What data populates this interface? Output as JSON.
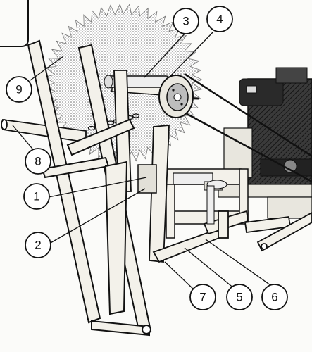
{
  "callouts": [
    {
      "number": "1",
      "part": "callout-1"
    },
    {
      "number": "2",
      "part": "callout-2"
    },
    {
      "number": "3",
      "part": "callout-3"
    },
    {
      "number": "4",
      "part": "callout-4"
    },
    {
      "number": "5",
      "part": "callout-5"
    },
    {
      "number": "6",
      "part": "callout-6"
    },
    {
      "number": "7",
      "part": "callout-7"
    },
    {
      "number": "8",
      "part": "callout-8"
    },
    {
      "number": "9",
      "part": "callout-9"
    }
  ],
  "colors": {
    "ink": "#111111",
    "paper": "#fbfbf9",
    "blade_stipple": "#8a8a8a",
    "wood": "#f3f1ea"
  }
}
